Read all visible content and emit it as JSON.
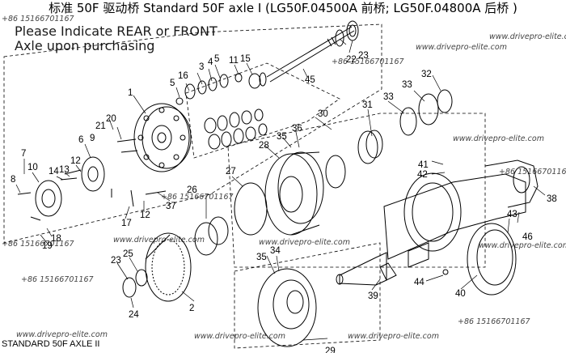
{
  "header": {
    "title": "标准 50F 驱动桥 Standard 50F axle I (LG50F.04500A 前桥; LG50F.04800A 后桥 )"
  },
  "notice": {
    "line1": "Please Indicate REAR or FRONT",
    "line2": "Axle upon purchasing"
  },
  "footer": {
    "caption": "STANDARD 50F AXLE II"
  },
  "watermarks": {
    "phone": "+86 15166701167",
    "site": "www.drivepro-elite.com"
  },
  "part_numbers": [
    "1",
    "2",
    "3",
    "4",
    "5",
    "5",
    "6",
    "7",
    "8",
    "9",
    "10",
    "11",
    "12",
    "12",
    "13",
    "14",
    "15",
    "16",
    "17",
    "18",
    "19",
    "20",
    "21",
    "22",
    "23",
    "23",
    "24",
    "25",
    "26",
    "27",
    "28",
    "29",
    "30",
    "31",
    "32",
    "33",
    "33",
    "34",
    "35",
    "35",
    "36",
    "37",
    "38",
    "39",
    "40",
    "41",
    "42",
    "43",
    "44",
    "45",
    "46"
  ]
}
